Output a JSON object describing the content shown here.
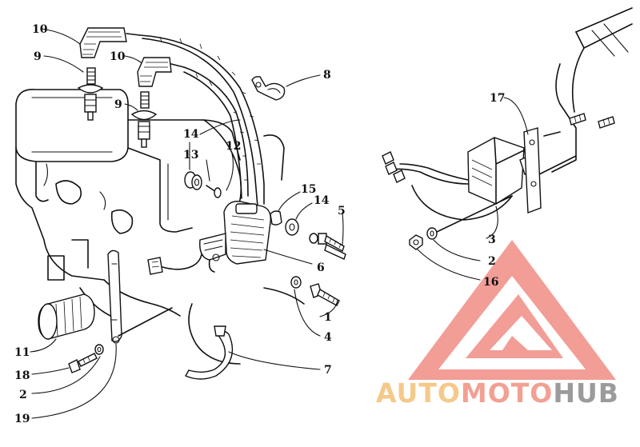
{
  "diagram": {
    "callouts": {
      "c10a": "10",
      "c10b": "10",
      "c9a": "9",
      "c9b": "9",
      "c8": "8",
      "c14a": "14",
      "c13": "13",
      "c12": "12",
      "c15": "15",
      "c14b": "14",
      "c5": "5",
      "c6": "6",
      "c1": "1",
      "c4": "4",
      "c7": "7",
      "c11": "11",
      "c18": "18",
      "c2a": "2",
      "c19": "19",
      "c17": "17",
      "c3": "3",
      "c2b": "2",
      "c16": "16"
    }
  },
  "watermark": {
    "brand_part1": "AUTO",
    "brand_part2": "MOTO",
    "brand_part3": "HUB",
    "colors": {
      "auto": "#f5c98a",
      "moto": "#f2a093",
      "hub": "#9b9b9b",
      "triangle": "#f08c84"
    }
  }
}
